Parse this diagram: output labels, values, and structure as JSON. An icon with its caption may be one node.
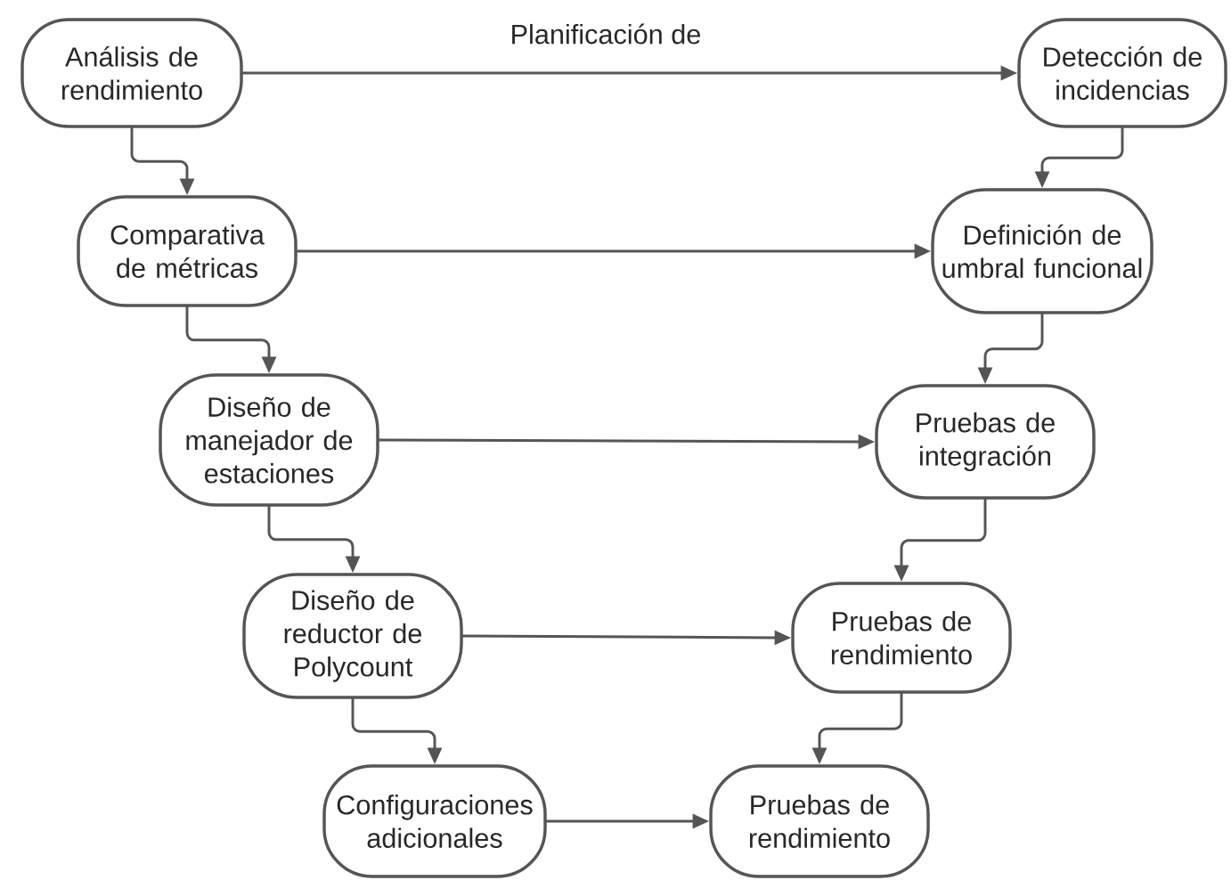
{
  "diagram": {
    "nodes": [
      {
        "text": [
          "Análisis de rendimiento"
        ]
      },
      {
        "text": [
          "Detección de incidencias"
        ]
      },
      {
        "text": [
          "Comparativa de métricas"
        ]
      },
      {
        "text": [
          "Definición de umbral funcional"
        ]
      },
      {
        "text": [
          "Diseño de manejador de estaciones"
        ]
      },
      {
        "text": [
          "Pruebas de integración"
        ]
      },
      {
        "text": [
          "Diseño de reductor de Polycount"
        ]
      },
      {
        "text": [
          "Pruebas de rendimiento"
        ]
      },
      {
        "text": [
          "Configuraciones adicionales"
        ]
      },
      {
        "text": [
          "Pruebas de rendimiento"
        ]
      }
    ],
    "edges": [
      {
        "from": 0,
        "to": 1,
        "arrow": "to",
        "label": "Planificación de"
      },
      {
        "from": 0,
        "to": 2,
        "arrow": "to"
      },
      {
        "from": 2,
        "to": 4,
        "arrow": "to"
      },
      {
        "from": 4,
        "to": 6,
        "arrow": "to"
      },
      {
        "from": 6,
        "to": 8,
        "arrow": "to"
      },
      {
        "from": 1,
        "to": 3,
        "arrow": "to"
      },
      {
        "from": 3,
        "to": 5,
        "arrow": "to"
      },
      {
        "from": 5,
        "to": 7,
        "arrow": "to"
      },
      {
        "from": 7,
        "to": 9,
        "arrow": "to"
      },
      {
        "from": 2,
        "to": 3,
        "arrow": "to"
      },
      {
        "from": 4,
        "to": 5,
        "arrow": "to"
      },
      {
        "from": 6,
        "to": 7,
        "arrow": "to"
      },
      {
        "from": 8,
        "to": 9,
        "arrow": "to"
      }
    ]
  }
}
